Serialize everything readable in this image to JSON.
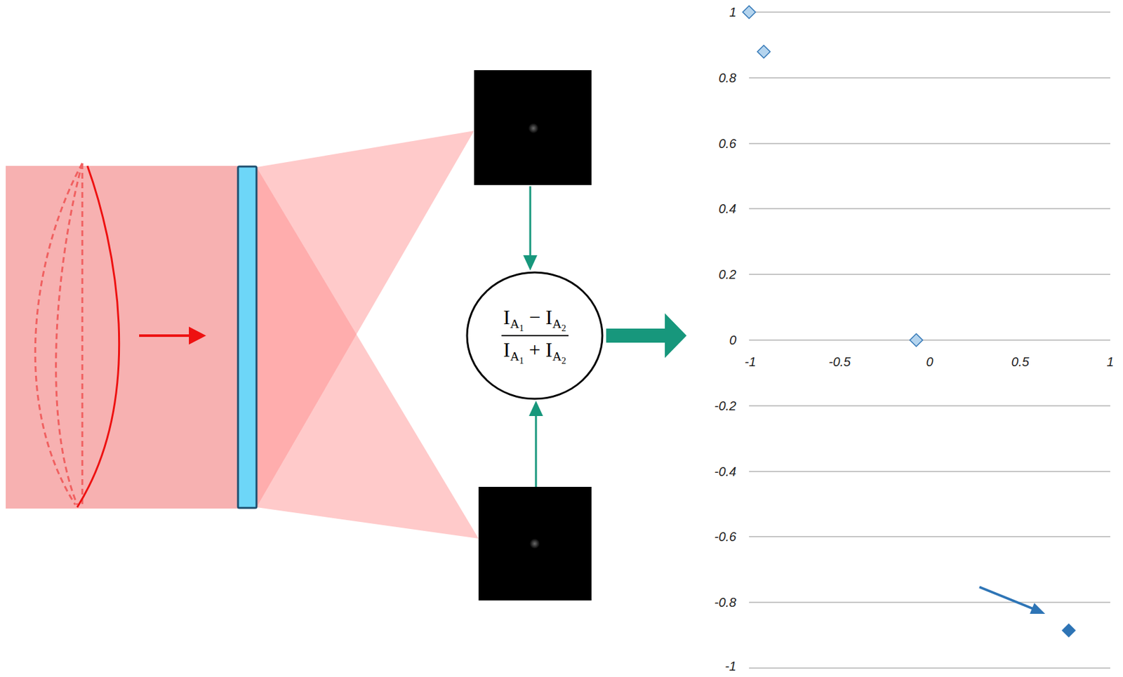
{
  "diagram": {
    "nodes": [
      {
        "text": [
          "IA1 − IA2",
          "IA1 + IA2"
        ]
      }
    ],
    "labels": [
      "1",
      "0.8",
      "0.6",
      "0.4",
      "0.2",
      "0",
      "-1",
      "-0.5",
      "0",
      "0.5",
      "1",
      "-0.2",
      "-0.4",
      "-0.6",
      "-0.8",
      "-1"
    ]
  }
}
